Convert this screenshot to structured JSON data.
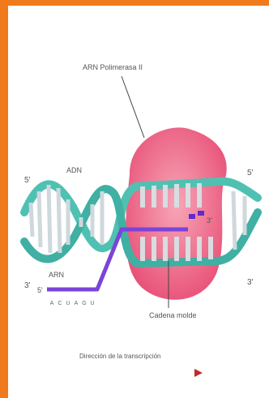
{
  "labels": {
    "polymerase": "ARN Polimerasa II",
    "dna": "ADN",
    "rna": "ARN",
    "template_strand": "Cadena molde",
    "direction": "Dirección de la transcripción",
    "top_left_end": "5'",
    "bottom_left_end": "3'",
    "top_right_end": "5'",
    "bottom_right_end": "3'",
    "rna_start_end": "5'",
    "rna_tip_end": "3'"
  },
  "rna_bases": [
    "A",
    "C",
    "U",
    "A",
    "G",
    "U"
  ],
  "colors": {
    "frame": "#f07a1c",
    "dna_backbone": "#4fc1b3",
    "polymerase": "#ee5f82",
    "rna": "#7a44d8",
    "arrow": "#d2352f"
  }
}
